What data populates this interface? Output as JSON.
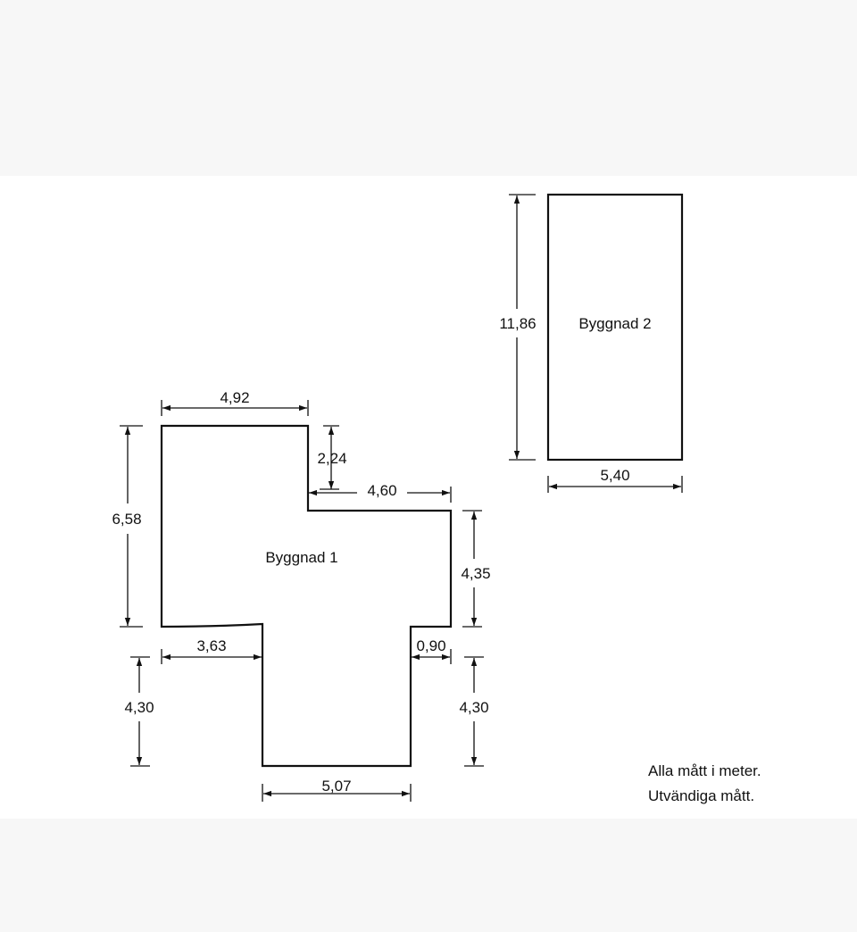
{
  "buildings": [
    {
      "name": "Byggnad 1",
      "dimensions": [
        "4,92",
        "2,24",
        "4,60",
        "6,58",
        "4,35",
        "3,63",
        "0,90",
        "4,30",
        "4,30",
        "5,07"
      ]
    },
    {
      "name": "Byggnad 2",
      "dimensions": [
        "11,86",
        "5,40"
      ]
    }
  ],
  "notes": [
    "Alla mått i meter.",
    "Utvändiga mått."
  ]
}
